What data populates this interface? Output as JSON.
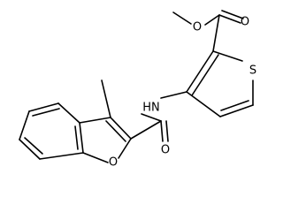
{
  "atom_labels": {
    "ester_methyl_o": "O",
    "carbonyl_o": "O",
    "thiophene_s": "S",
    "amide_nh": "HN",
    "amide_o": "O",
    "furan_o": "O"
  }
}
